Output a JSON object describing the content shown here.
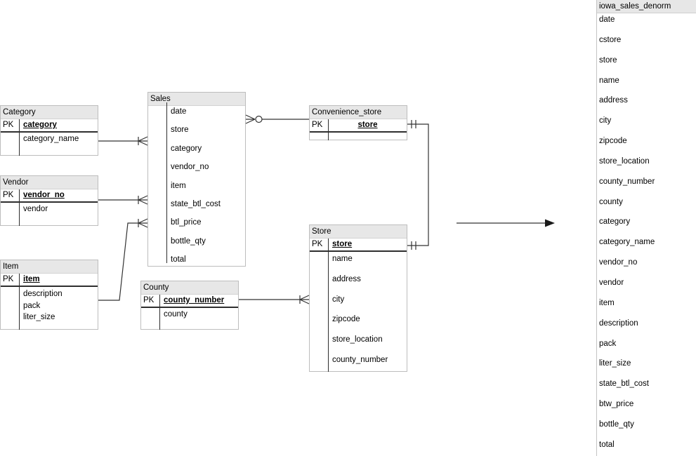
{
  "diagram": {
    "entities": {
      "category": {
        "title": "Category",
        "pk_label": "PK",
        "pk": "category",
        "fields": [
          "category_name"
        ]
      },
      "vendor": {
        "title": "Vendor",
        "pk_label": "PK",
        "pk": "vendor_no",
        "fields": [
          "vendor"
        ]
      },
      "item": {
        "title": "Item",
        "pk_label": "PK",
        "pk": "item",
        "fields": [
          "description",
          "pack",
          "liter_size"
        ]
      },
      "sales": {
        "title": "Sales",
        "fields": [
          "date",
          "store",
          "category",
          "vendor_no",
          "item",
          "state_btl_cost",
          "btl_price",
          "bottle_qty",
          "total"
        ]
      },
      "convenience_store": {
        "title": "Convenience_store",
        "pk_label": "PK",
        "pk": "store",
        "fields": []
      },
      "store": {
        "title": "Store",
        "pk_label": "PK",
        "pk": "store",
        "fields": [
          "name",
          "address",
          "city",
          "zipcode",
          "store_location",
          "county_number"
        ]
      },
      "county": {
        "title": "County",
        "pk_label": "PK",
        "pk": "county_number",
        "fields": [
          "county"
        ]
      }
    },
    "denorm_panel": {
      "title": "iowa_sales_denorm",
      "fields": [
        "date",
        "cstore",
        "store",
        "name",
        "address",
        "city",
        "zipcode",
        "store_location",
        "county_number",
        "county",
        "category",
        "category_name",
        "vendor_no",
        "vendor",
        "item",
        "description",
        "pack",
        "liter_size",
        "state_btl_cost",
        "btw_price",
        "bottle_qty",
        "total"
      ]
    },
    "colors": {
      "header_bg": "#e7e7e7",
      "box_border": "#bdbdbd",
      "pk_divider": "#2e2e2e",
      "connector": "#333333",
      "background": "#ffffff"
    }
  }
}
